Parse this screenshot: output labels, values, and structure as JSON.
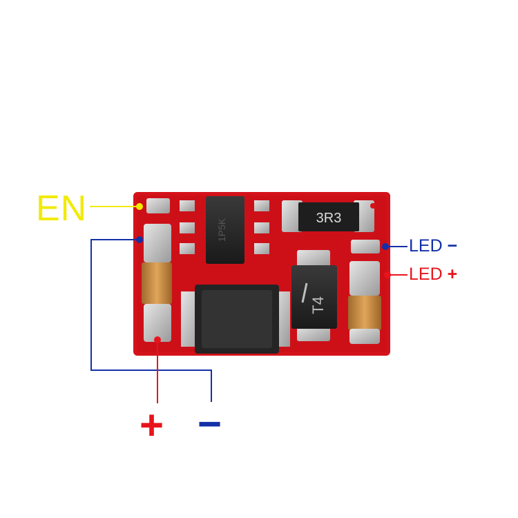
{
  "labels": {
    "en": "EN",
    "led": "LED",
    "minus_sign": "−",
    "plus_sign": "+",
    "input_plus": "+",
    "input_minus": "−"
  },
  "chips": {
    "resistor": "3R3",
    "diode": "T4",
    "ic": "1P5K"
  },
  "colors": {
    "board": "#d4121a",
    "en_wire": "#f2ea00",
    "negative_wire": "#1330a8",
    "positive_wire": "#e8141c",
    "pad": "#c9c9c9",
    "chip": "#2a2a2a"
  }
}
